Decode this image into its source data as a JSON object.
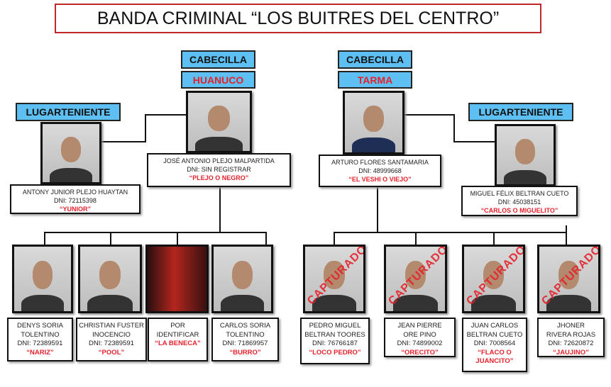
{
  "title": "BANDA CRIMINAL “LOS BUITRES DEL CENTRO”",
  "leaders": [
    {
      "role": "CABECILLA",
      "place": "HUANUCO",
      "name": "JOSÉ ANTONIO PLEJO MALPARTIDA",
      "dni": "DNI: SIN REGISTRAR",
      "alias": "“PLEJO O NEGRO”"
    },
    {
      "role": "CABECILLA",
      "place": "TARMA",
      "name": "ARTURO FLORES SANTAMARIA",
      "dni": "DNI: 48999668",
      "alias": "“EL VESHI O VIEJO”"
    }
  ],
  "lieutenants": [
    {
      "role": "LUGARTENIENTE",
      "name": "ANTONY JUNIOR PLEJO HUAYTAN",
      "dni": "DNI: 72115398",
      "alias": "“YUNIOR”"
    },
    {
      "role": "LUGARTENIENTE",
      "name": "MIGUEL FÉLIX BELTRAN CUETO",
      "dni": "DNI: 45038151",
      "alias": "“CARLOS O MIGUELITO”"
    }
  ],
  "members_left": [
    {
      "name1": "DENYS SORIA",
      "name2": "TOLENTINO",
      "dni": "DNI: 72389591",
      "alias": "“NARIZ”"
    },
    {
      "name1": "CHRISTIAN FUSTER",
      "name2": "INOCENCIO",
      "dni": "DNI: 72389591",
      "alias": "“POOL”"
    },
    {
      "name1": "POR",
      "name2": "IDENTIFICAR",
      "dni": "",
      "alias": "“LA BENECA”"
    },
    {
      "name1": "CARLOS SORIA",
      "name2": "TOLENTINO",
      "dni": "DNI: 71869957",
      "alias": "“BURRO”"
    }
  ],
  "members_right": [
    {
      "name1": "PEDRO MIGUEL",
      "name2": "BELTRAN TOORES",
      "dni": "DNI: 76766187",
      "alias": "“LOCO PEDRO”"
    },
    {
      "name1": "JEAN PIERRE",
      "name2": "ORE PINO",
      "dni": "DNI: 74899002",
      "alias": "“ORECITO”"
    },
    {
      "name1": "JUAN CARLOS",
      "name2": "BELTRAN CUETO",
      "dni": "DNI: 7008564",
      "alias": "“FLACO O JUANCITO”"
    },
    {
      "name1": "JHONER",
      "name2": "RIVERA ROJAS",
      "dni": "DNI: 72620872",
      "alias": "“JAUJINO”"
    }
  ],
  "stamp": "CAPTURADO"
}
